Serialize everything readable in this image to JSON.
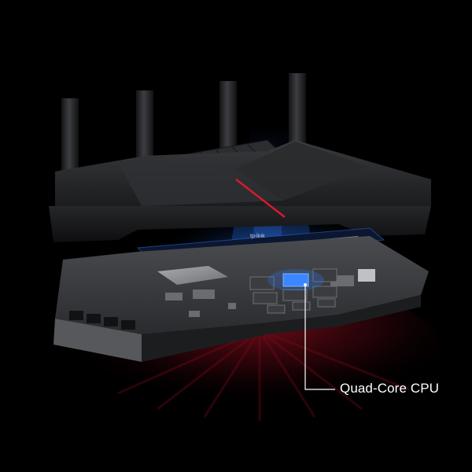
{
  "image": {
    "subject": "router-exploded-view",
    "background_color": "#000000"
  },
  "logo": {
    "text": "tp-link"
  },
  "callout": {
    "label": "Quad-Core CPU"
  },
  "colors": {
    "accent_red": "#d8192c",
    "glow_blue": "#1e6cff",
    "chip_blue": "#3f8bff",
    "glow_red": "#8a0f1e"
  }
}
